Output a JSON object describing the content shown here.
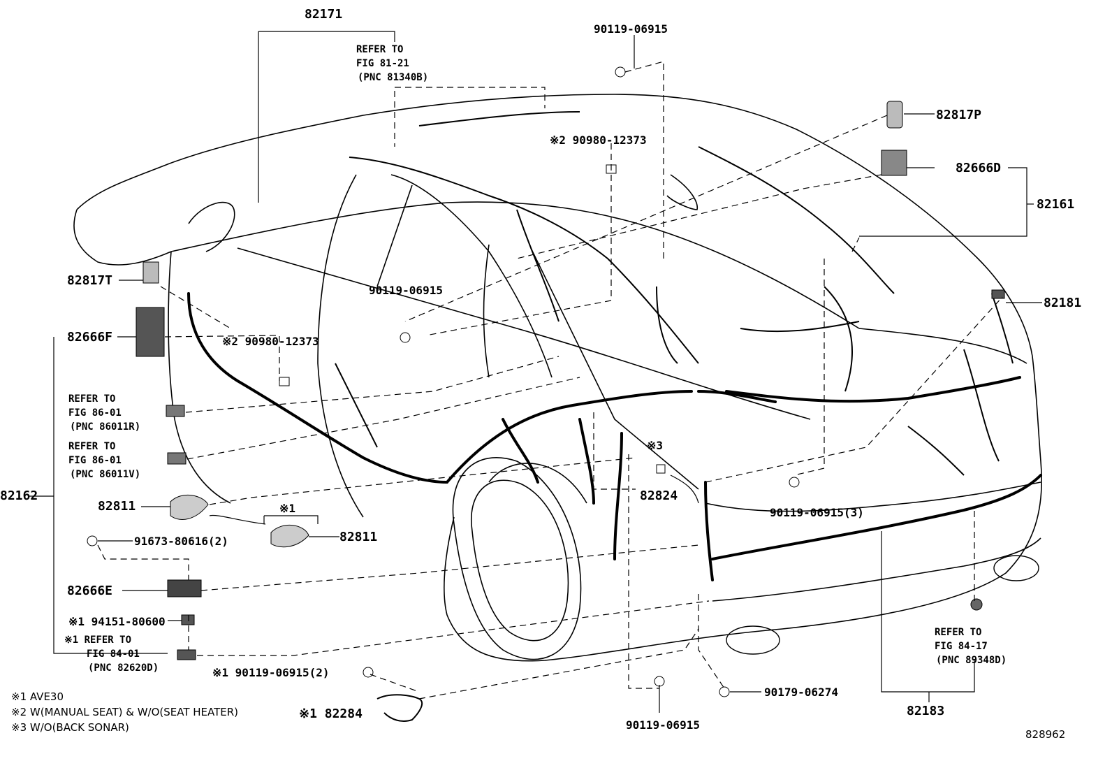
{
  "labels": {
    "p82171": "82171",
    "refer_81_21": [
      "REFER TO",
      "FIG 81-21",
      "(PNC 81340B)"
    ],
    "p90119_top": "90119-06915",
    "x2_90980_top": "※2 90980-12373",
    "p82817P": "82817P",
    "p82666D": "82666D",
    "p82161": "82161",
    "p82817T": "82817T",
    "p90119_mid": "90119-06915",
    "p82666F": "82666F",
    "x2_90980_mid": "※2 90980-12373",
    "refer_86_01_r": [
      "REFER TO",
      "FIG 86-01",
      "(PNC 86011R)"
    ],
    "refer_86_01_v": [
      "REFER TO",
      "FIG 86-01",
      "(PNC 86011V)"
    ],
    "p82162": "82162",
    "p82811_a": "82811",
    "x1_mark": "※1",
    "p82811_b": "82811",
    "p91673": "91673-80616(2)",
    "p82666E": "82666E",
    "x1_94151": "※1 94151-80600",
    "x1_refer_84_01": [
      "※1 REFER TO",
      "FIG 84-01",
      "(PNC 82620D)"
    ],
    "x1_90119_2": "※1 90119-06915(2)",
    "x1_82284": "※1 82284",
    "x3_mark": "※3",
    "p82824": "82824",
    "p90119_3": "90119-06915(3)",
    "p82181": "82181",
    "refer_84_17": [
      "REFER TO",
      "FIG 84-17",
      "(PNC 89348D)"
    ],
    "p82183": "82183",
    "p90179": "90179-06274",
    "p90119_bottom": "90119-06915",
    "diagram_no": "828962"
  },
  "notes": [
    "※1 AVE30",
    "※2 W(MANUAL SEAT) & W/O(SEAT HEATER)",
    "※3 W/O(BACK SONAR)"
  ]
}
